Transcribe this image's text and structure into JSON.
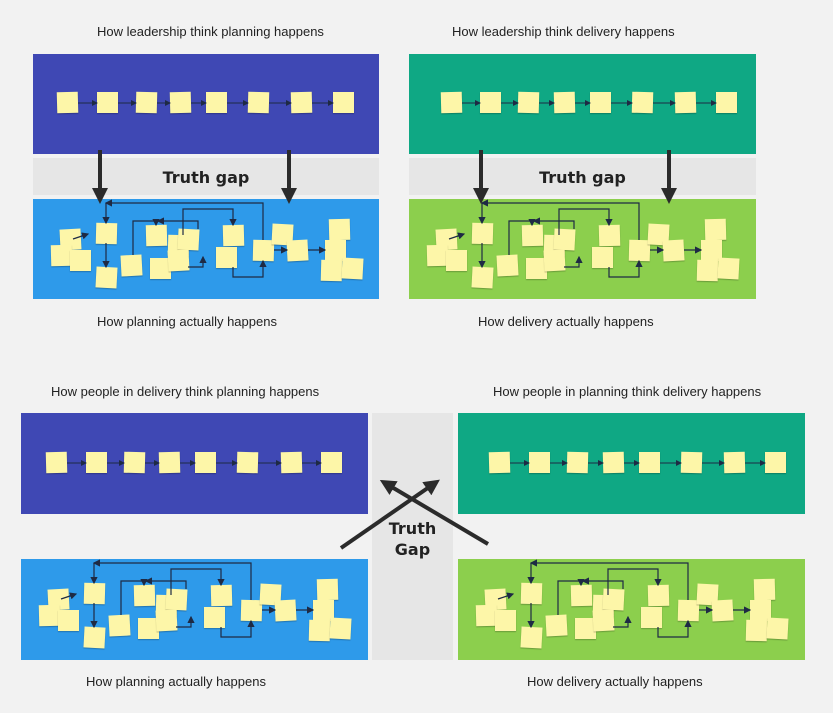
{
  "labels": {
    "top_left_title": "How leadership think planning happens",
    "top_right_title": "How leadership think delivery happens",
    "top_left_bottom": "How planning actually happens",
    "top_right_bottom": "How delivery actually happens",
    "bottom_left_title": "How people in delivery think planning happens",
    "bottom_right_title": "How people in planning think delivery happens",
    "bottom_left_bottom": "How planning actually happens",
    "bottom_right_bottom": "How delivery actually happens"
  },
  "gaps": {
    "top_left": "Truth gap",
    "top_right": "Truth gap",
    "bottom_line1": "Truth",
    "bottom_line2": "Gap"
  },
  "colors": {
    "planning_ideal": "#3f48b4",
    "delivery_ideal": "#0fa884",
    "planning_actual": "#2e9aea",
    "delivery_actual": "#8ccf4d",
    "note": "#fdf6a8"
  }
}
